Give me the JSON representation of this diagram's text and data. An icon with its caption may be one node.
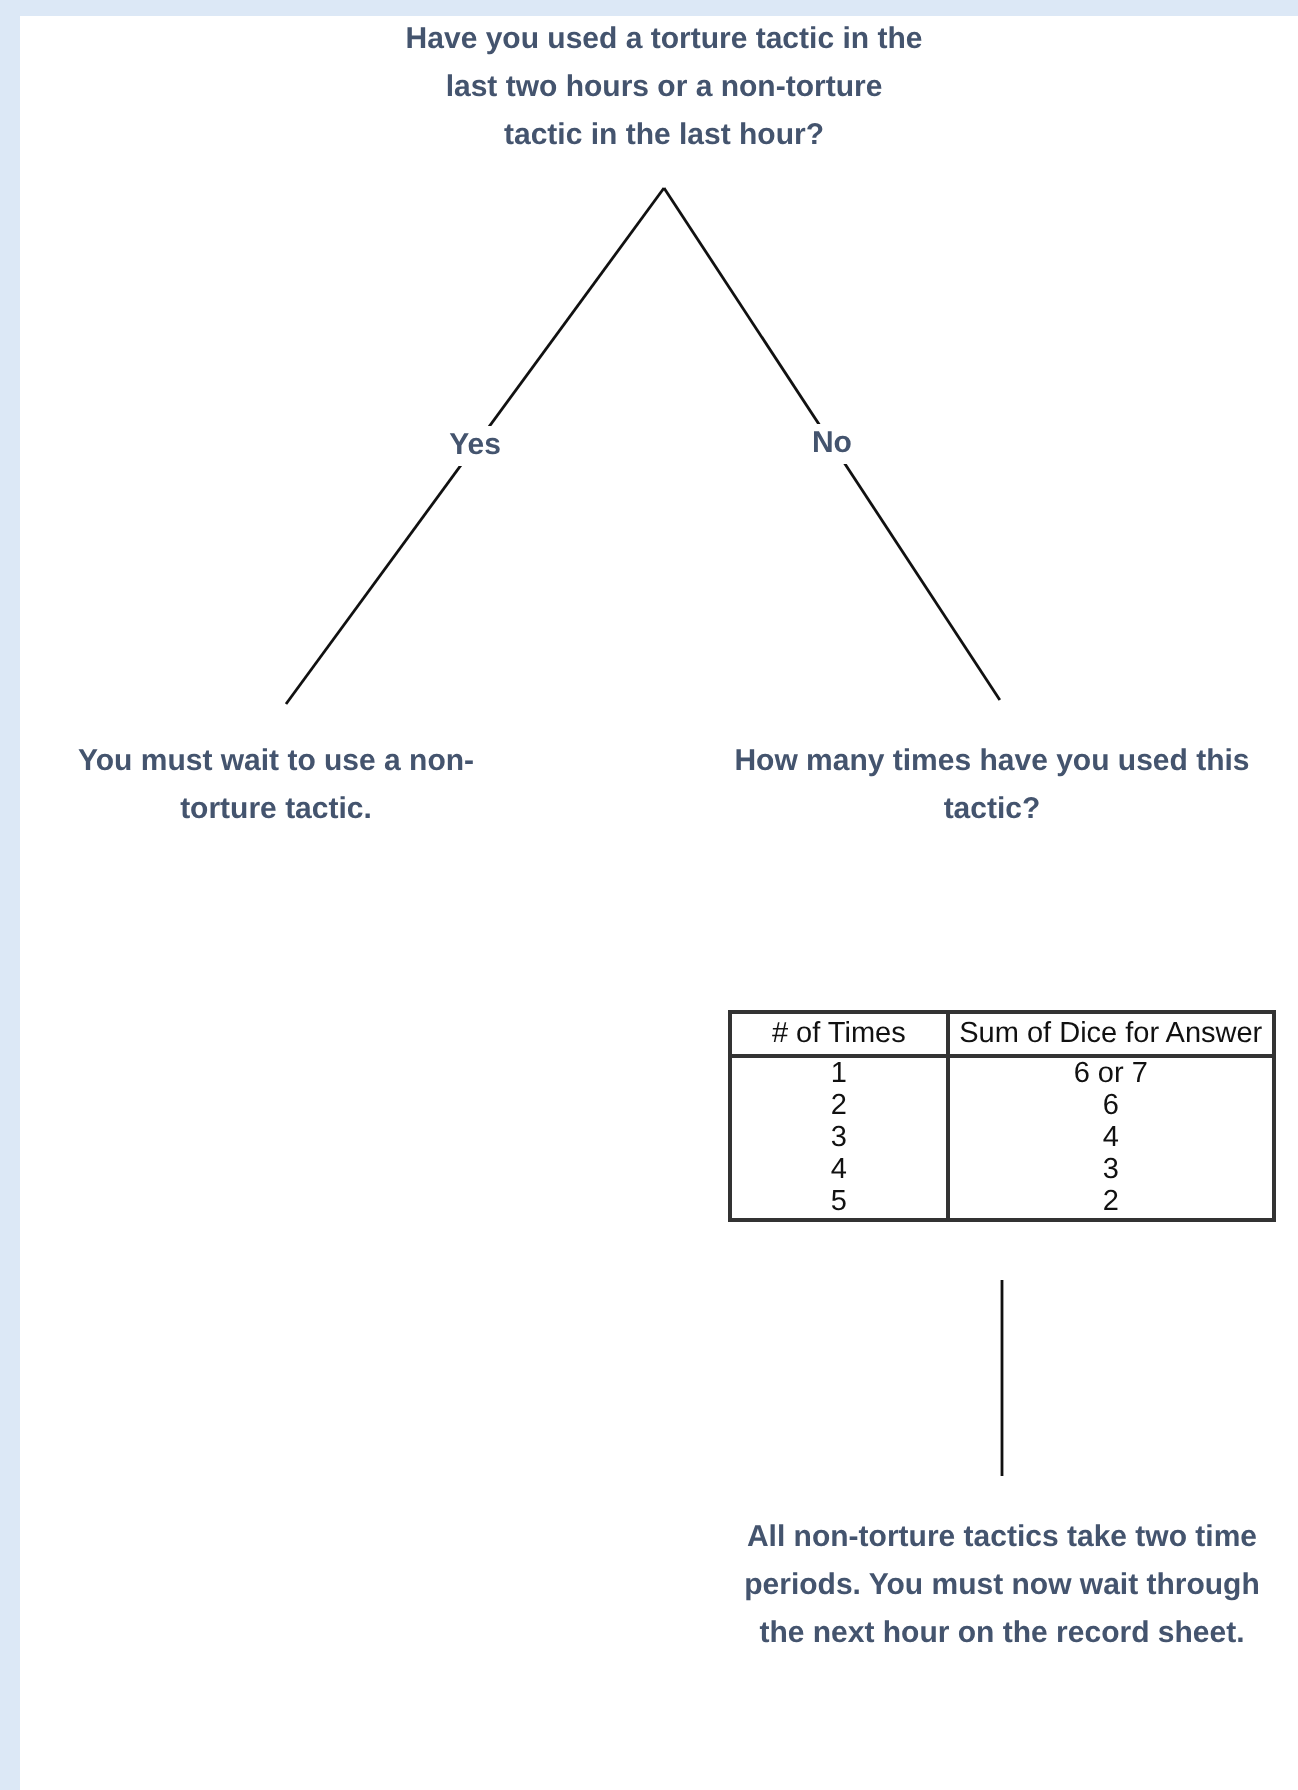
{
  "diagram": {
    "nodes": [
      {
        "text": [
          "Have you used a torture tactic in the last two hours or a non-torture tactic in the last hour?"
        ]
      },
      {
        "text": [
          "You must wait to use a non-torture tactic."
        ]
      },
      {
        "text": [
          "How many times have you used this tactic?"
        ]
      },
      {
        "text": [],
        "shape": "box"
      },
      {
        "text": [
          "All non-torture tactics take two time periods. You must now wait through the next hour on the record sheet."
        ]
      }
    ],
    "edges": [
      {
        "from": 0,
        "to": 1,
        "arrow": "none",
        "label": "Yes"
      },
      {
        "from": 0,
        "to": 2,
        "arrow": "none",
        "label": "No"
      },
      {
        "from": 3,
        "to": 4,
        "arrow": "none"
      }
    ],
    "labels": [
      "# of Times",
      "Sum of Dice for Answer",
      "1",
      "6 or 7",
      "2",
      "6",
      "3",
      "4",
      "4",
      "3",
      "5",
      "2"
    ]
  }
}
